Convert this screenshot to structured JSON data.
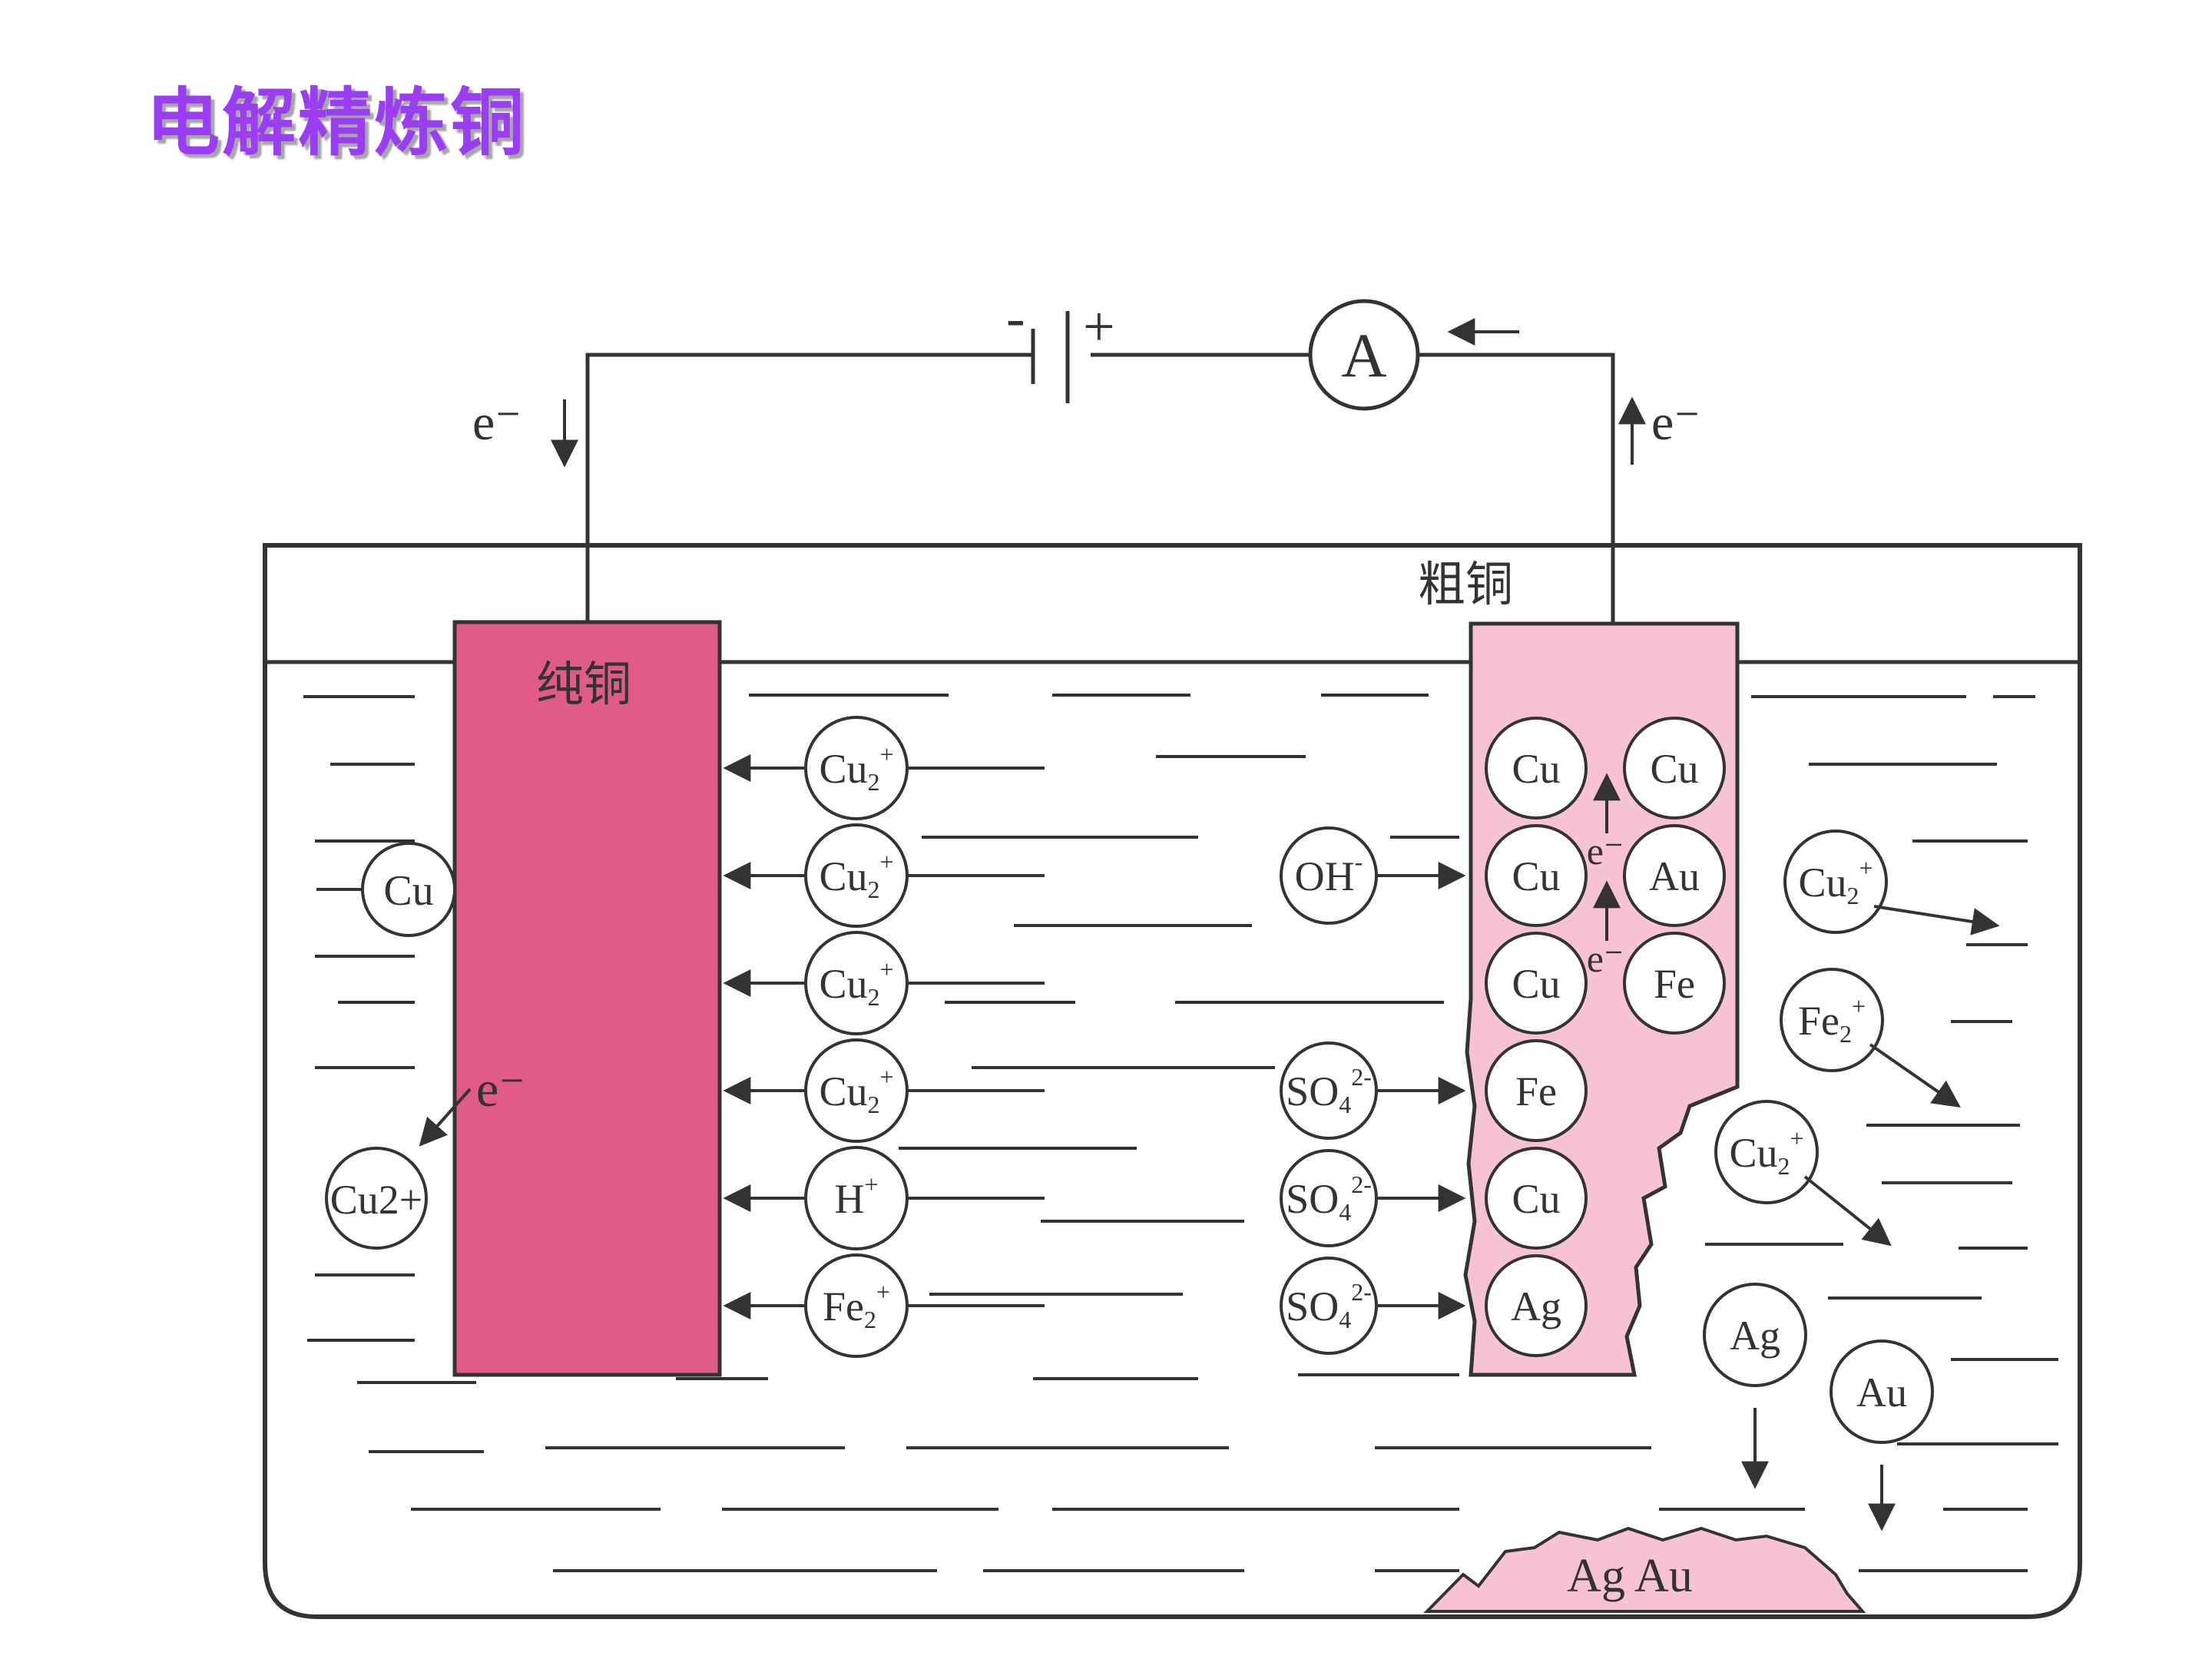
{
  "title": "电解精炼铜",
  "colors": {
    "title": "#9b3df2",
    "pure_copper_electrode": "#e05a8a",
    "crude_copper_electrode": "#f7c2d5",
    "anode_mud": "#f7c2d5",
    "line": "#333333"
  },
  "circuit": {
    "battery_minus": "-",
    "battery_plus": "+",
    "ammeter": "A",
    "left_electron": "e⁻",
    "right_electron": "e⁻"
  },
  "electrodes": {
    "pure_copper": "纯铜",
    "crude_copper": "粗铜"
  },
  "left_side": {
    "atom": "Cu",
    "ion": "Cu2+",
    "electron": "e⁻"
  },
  "migrating_cations": [
    "Cu2+",
    "Cu2+",
    "Cu2+",
    "Cu2+",
    "H+",
    "Fe2+"
  ],
  "migrating_anions": [
    "OH-",
    "SO42-",
    "SO42-",
    "SO42-"
  ],
  "anode_atoms_left": [
    "Cu",
    "Cu",
    "Cu",
    "Fe",
    "Cu",
    "Ag"
  ],
  "anode_atoms_right": [
    "Cu",
    "Au",
    "Fe"
  ],
  "anode_electrons": [
    "e⁻",
    "e⁻"
  ],
  "released_ions": [
    "Cu2+",
    "Fe2+",
    "Cu2+"
  ],
  "falling_metals": [
    "Ag",
    "Au"
  ],
  "anode_mud": "Ag Au"
}
